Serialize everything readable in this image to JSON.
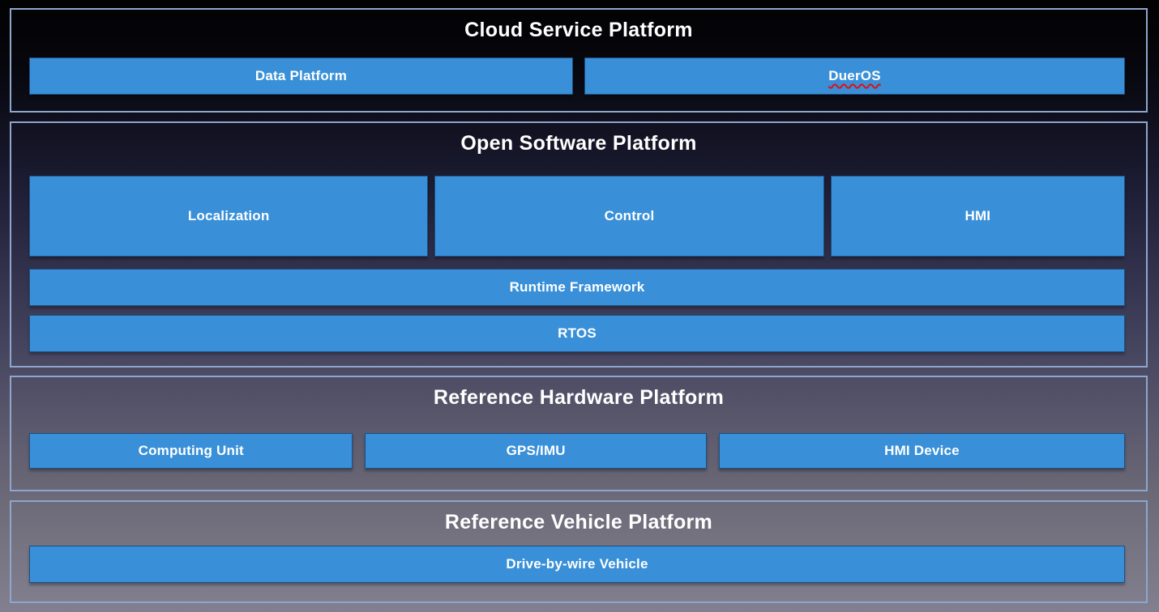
{
  "colors": {
    "box_fill": "#3990d8",
    "box_border": "#1c4f84",
    "section_border": "#8fa5cc",
    "title_color": "#ffffff",
    "label_color": "#ffffff",
    "spellcheck_underline": "#e01010"
  },
  "sections": [
    {
      "title": "Cloud Service Platform",
      "boxes": [
        "Data Platform",
        "DuerOS"
      ]
    },
    {
      "title": "Open Software Platform",
      "modules": [
        "Localization",
        "Control",
        "HMI"
      ],
      "layers": [
        "Runtime Framework",
        "RTOS"
      ]
    },
    {
      "title": "Reference Hardware Platform",
      "boxes": [
        "Computing Unit",
        "GPS/IMU",
        "HMI Device"
      ]
    },
    {
      "title": "Reference Vehicle Platform",
      "boxes": [
        "Drive-by-wire Vehicle"
      ]
    }
  ]
}
